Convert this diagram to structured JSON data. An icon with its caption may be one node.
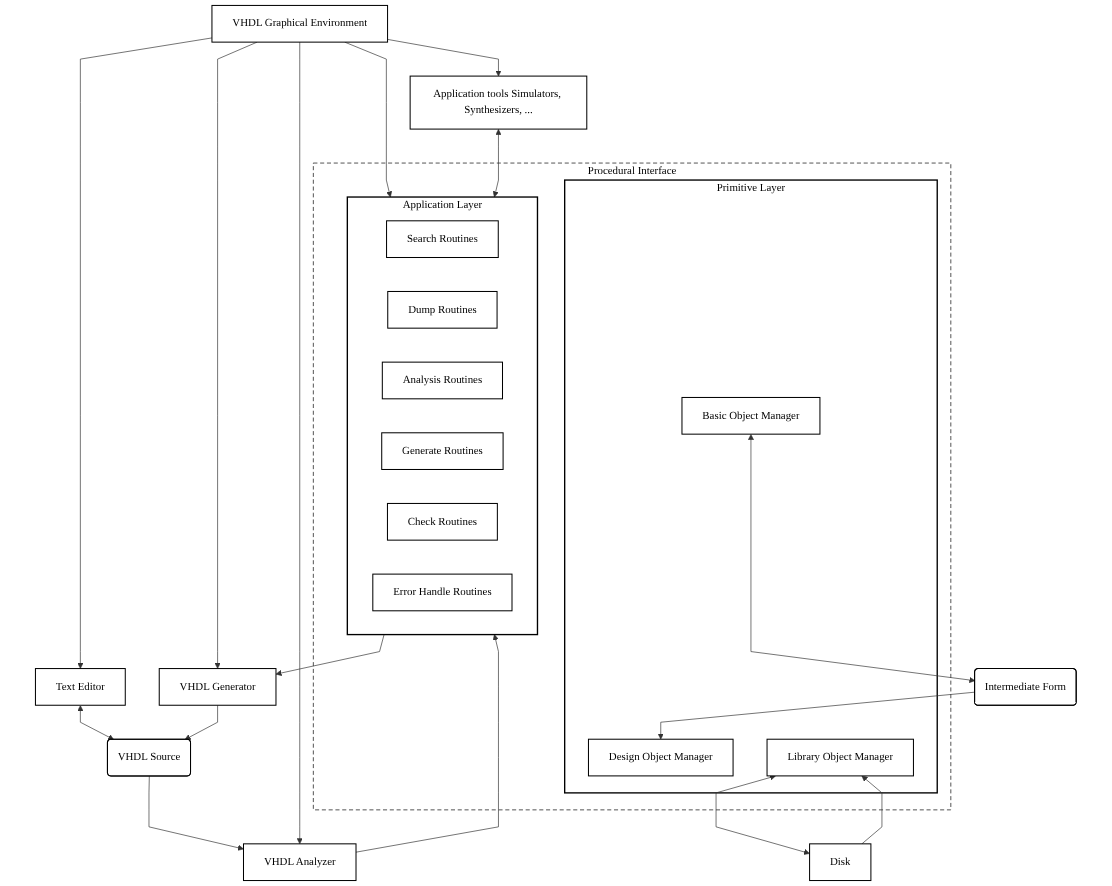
{
  "diagram": {
    "nodes": [
      {
        "text": [
          "Text Editor"
        ]
      },
      {
        "text": [
          "VHDL Source"
        ]
      },
      {
        "text": [
          "VHDL Graphical Environment"
        ]
      },
      {
        "text": [
          "VHDL Analyzer"
        ]
      },
      {
        "text": [
          "VHDL Generator"
        ]
      },
      {
        "text": [
          "Application tools Simulators, Synthesizers, ..."
        ]
      },
      {
        "text": [
          "Procedural Interface"
        ]
      },
      {
        "text": [
          "Application Layer"
        ],
        "in": 6
      },
      {
        "text": [
          "Search Routines"
        ],
        "in": 7
      },
      {
        "text": [
          "Dump Routines"
        ],
        "in": 7
      },
      {
        "text": [
          "Analysis Routines"
        ],
        "in": 7
      },
      {
        "text": [
          "Generate Routines"
        ],
        "in": 7
      },
      {
        "text": [
          "Check Routines"
        ],
        "in": 7
      },
      {
        "text": [
          "Error Handle Routines"
        ],
        "in": 7
      },
      {
        "text": [
          "Primitive Layer"
        ],
        "in": 6
      },
      {
        "text": [
          "Basic Object Manager"
        ],
        "in": 14
      },
      {
        "text": [
          "Design Object Manager"
        ],
        "in": 14
      },
      {
        "text": [
          "Library Object Manager"
        ],
        "in": 14
      },
      {
        "text": [
          "Intermediate Form"
        ]
      },
      {
        "text": [
          "Disk"
        ]
      }
    ],
    "edges": [
      {
        "from": 0,
        "to": 1,
        "arrow": "both"
      },
      {
        "from": 2,
        "to": 0,
        "arrow": "to"
      },
      {
        "from": 1,
        "to": 3,
        "arrow": "to"
      },
      {
        "from": 4,
        "to": 1,
        "arrow": "to"
      },
      {
        "from": 2,
        "to": 4,
        "arrow": "to"
      },
      {
        "from": 2,
        "to": 5,
        "arrow": "to"
      },
      {
        "from": 2,
        "to": 3,
        "arrow": "to"
      },
      {
        "from": 2,
        "to": 7,
        "arrow": "to"
      },
      {
        "from": 3,
        "to": 7,
        "arrow": "to"
      },
      {
        "from": 7,
        "to": 4,
        "arrow": "to"
      },
      {
        "from": 5,
        "to": 7,
        "arrow": "both"
      },
      {
        "from": 15,
        "to": 18,
        "arrow": "both"
      },
      {
        "from": 18,
        "to": 16,
        "arrow": "to"
      },
      {
        "from": 17,
        "to": 19,
        "arrow": "both"
      },
      {
        "from": 19,
        "to": 17,
        "arrow": "to"
      }
    ]
  }
}
